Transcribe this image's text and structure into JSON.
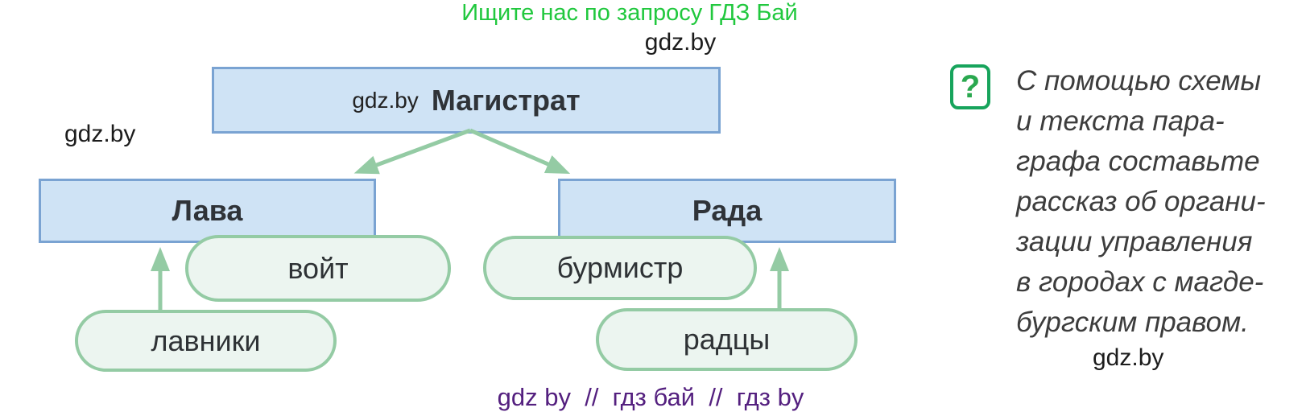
{
  "colors": {
    "box_fill": "#cfe3f5",
    "box_border": "#7aa3d2",
    "pill_fill": "#ecf5f0",
    "green_accent": "#94cba4",
    "promo_green": "#21c83e",
    "question_green": "#2aa84f",
    "footer_purple": "#54207f",
    "label_text": "#2f3338"
  },
  "header": {
    "promo_text": "Ищите нас по запросу ГДЗ Бай",
    "watermark_top": "gdz.by"
  },
  "watermarks": {
    "left": "gdz.by",
    "in_magistrat": "gdz.by",
    "right": "gdz.by"
  },
  "diagram": {
    "root": "Магистрат",
    "left_branch": "Лава",
    "right_branch": "Рада",
    "left_officer": "войт",
    "right_officer": "бурмистр",
    "left_members": "лавники",
    "right_members": "радцы"
  },
  "question": {
    "icon": "?",
    "lines": [
      "С помощью схемы",
      "и текста пара-",
      "графа составьте",
      "рассказ об органи-",
      "зации управления",
      "в городах с магде-",
      "бургским правом."
    ]
  },
  "footer": {
    "tags": "gdz by  //  гдз бай  //  гдз by"
  }
}
